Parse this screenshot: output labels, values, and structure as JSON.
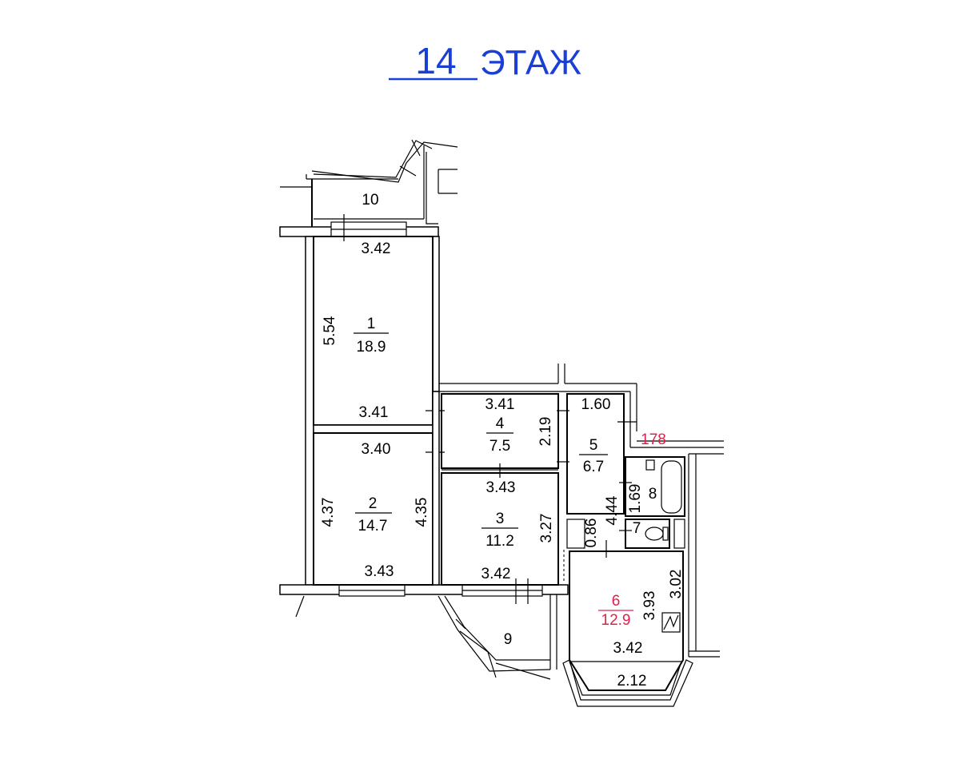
{
  "title": {
    "floor_number": "14",
    "floor_word": "ЭТАЖ",
    "color": "#1a3fd6"
  },
  "highlight_color": "#e0204a",
  "apartment_number": "178",
  "rooms": [
    {
      "number": "1",
      "area": "18.9"
    },
    {
      "number": "2",
      "area": "14.7"
    },
    {
      "number": "3",
      "area": "11.2"
    },
    {
      "number": "4",
      "area": "7.5"
    },
    {
      "number": "5",
      "area": "6.7"
    },
    {
      "number": "6",
      "area": "12.9",
      "highlighted": true
    },
    {
      "number": "7"
    },
    {
      "number": "8"
    },
    {
      "number": "9"
    },
    {
      "number": "10"
    }
  ],
  "dimensions": {
    "room1_width_top": "3.42",
    "room1_length": "5.54",
    "room1_width_bottom": "3.41",
    "room2_width_top": "3.40",
    "room2_length_left": "4.37",
    "room2_length_right": "4.35",
    "room2_width_bottom": "3.43",
    "room4_width": "3.41",
    "room4_depth": "2.19",
    "room3_width_top": "3.43",
    "room3_depth": "3.27",
    "room3_width_bottom": "3.42",
    "room5_width": "1.60",
    "room5_length": "4.44",
    "room7_width": "0.86",
    "room8_width": "1.69",
    "room6_length": "3.93",
    "room6_depth": "3.02",
    "room6_width": "3.42",
    "room6_bay_width": "2.12"
  }
}
